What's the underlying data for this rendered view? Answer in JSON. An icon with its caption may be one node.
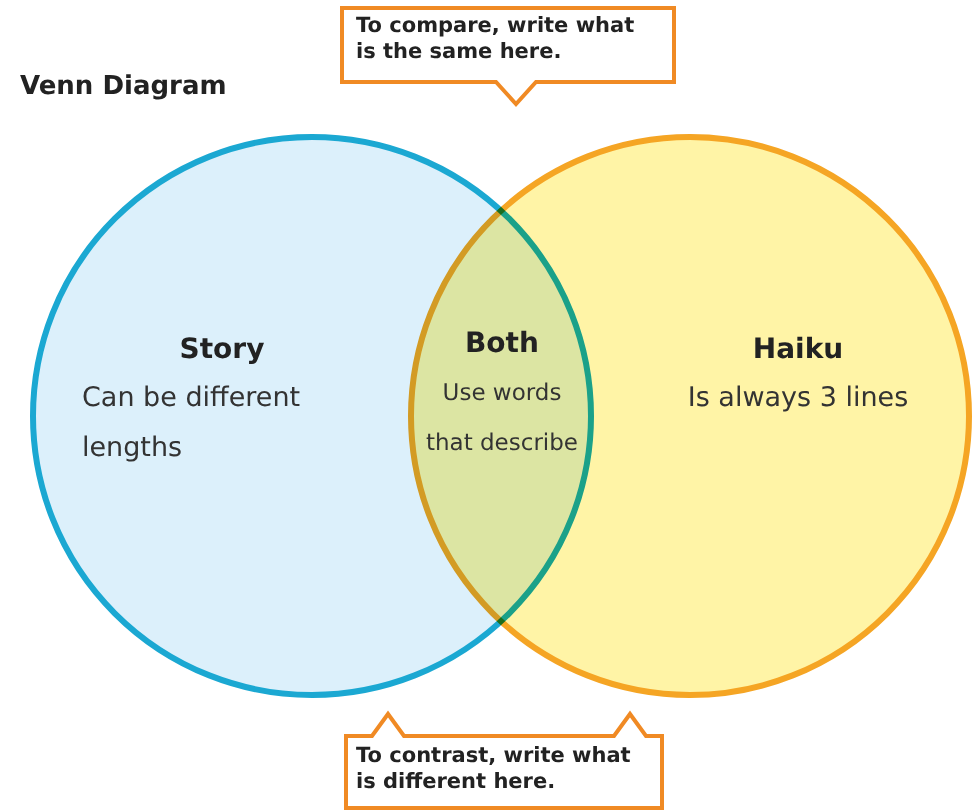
{
  "diagram": {
    "title": "Venn Diagram",
    "nodes": [
      {
        "text": [
          "Story",
          "Can be different lengths"
        ]
      },
      {
        "text": [
          "Both",
          "Use words that describe"
        ]
      },
      {
        "text": [
          "Haiku",
          "Is always 3 lines"
        ]
      },
      {
        "text": [
          "To compare, write what is the same here."
        ]
      },
      {
        "text": [
          "To contrast, write what is different here."
        ]
      }
    ]
  }
}
